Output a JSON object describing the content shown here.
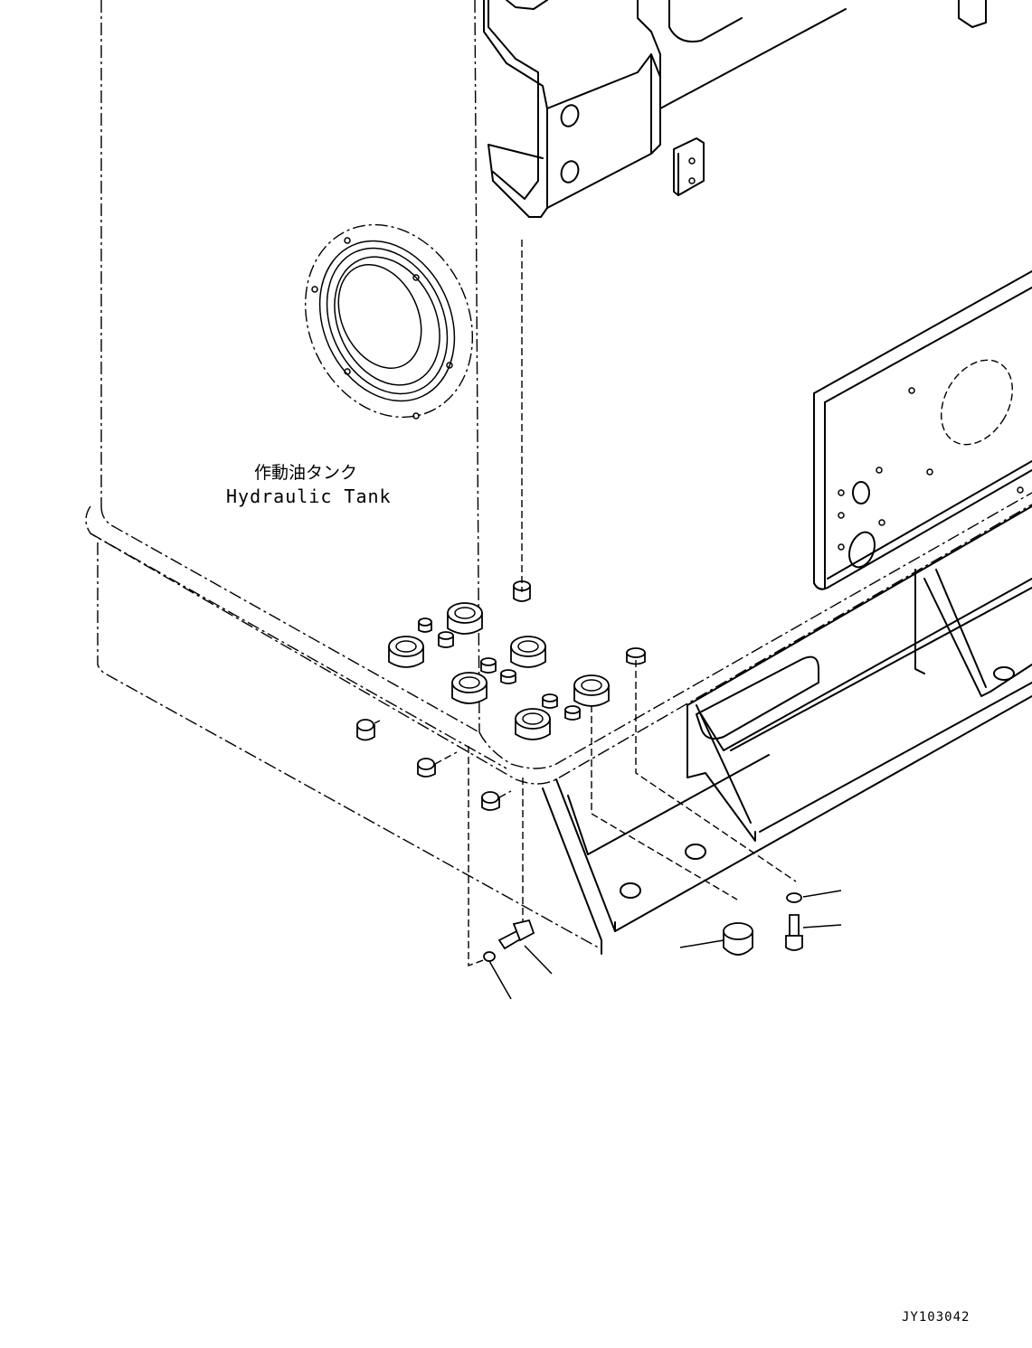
{
  "labels": {
    "tank_jp": "作動油タンク",
    "tank_en": "Hydraulic Tank",
    "drawing_code": "JY103042"
  },
  "icons": [
    "hydraulic-tank-outline",
    "frame-outline",
    "bolt-icon",
    "washer-icon",
    "plug-icon",
    "spacer-icon"
  ]
}
